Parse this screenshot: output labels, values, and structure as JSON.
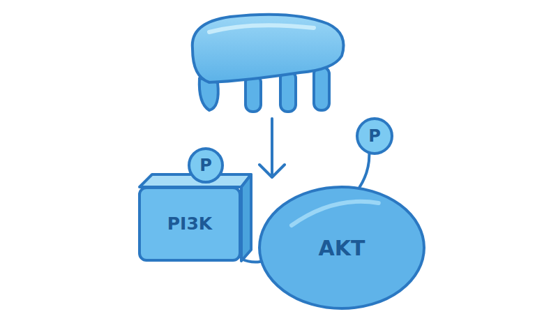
{
  "diagram": {
    "nodes": [
      {
        "text": [
          "P"
        ]
      },
      {
        "text": [
          "PI3K"
        ]
      },
      {
        "text": [
          "AKT"
        ]
      },
      {
        "text": [
          "P"
        ]
      }
    ],
    "edges": [
      {
        "from": 1,
        "to": 2,
        "arrow": "none"
      },
      {
        "from": 2,
        "to": 3,
        "arrow": "none"
      }
    ]
  }
}
